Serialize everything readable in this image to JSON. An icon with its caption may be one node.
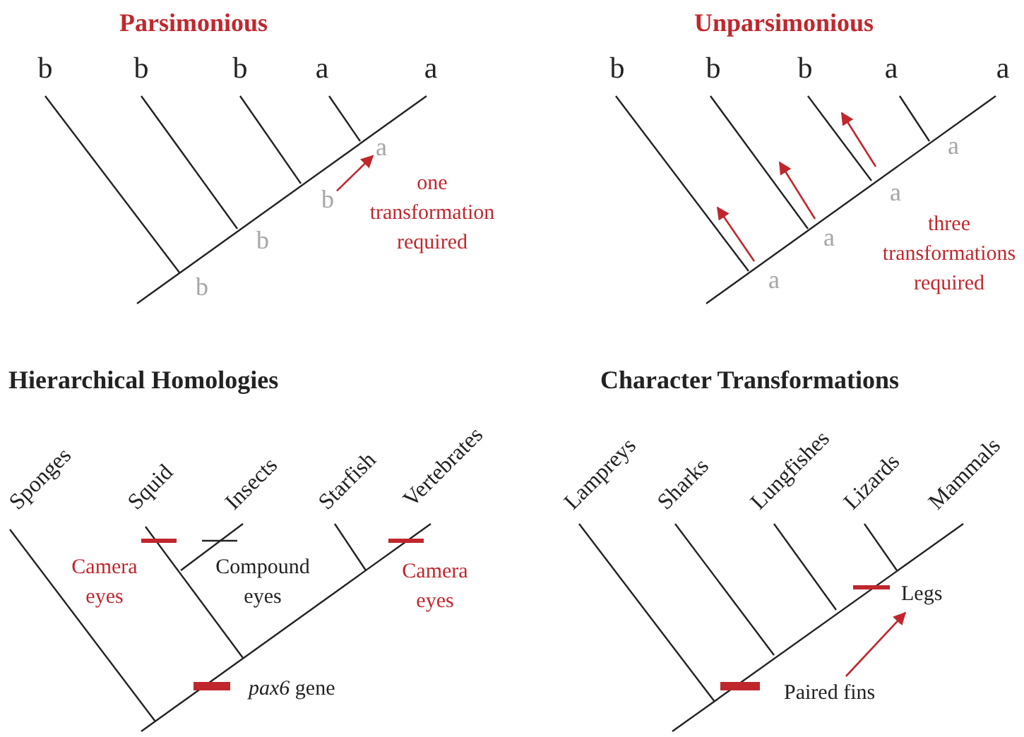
{
  "diagram": {
    "nodes": [
      {
        "text": [
          "b"
        ]
      },
      {
        "text": [
          "a"
        ]
      },
      {
        "text": [
          "Legs"
        ]
      },
      {
        "text": [
          "Paired fins"
        ]
      }
    ],
    "edges": [
      {
        "from": 0,
        "to": 1,
        "arrow": "to"
      },
      {
        "from": 3,
        "to": 2,
        "arrow": "to"
      }
    ],
    "labels": [
      "Parsimonious",
      "Unparsimonious",
      "b",
      "b",
      "b",
      "a",
      "a",
      "b",
      "b",
      "b",
      "a",
      "a",
      "b",
      "b",
      "one transformation required",
      "a",
      "a",
      "a",
      "a",
      "three transformations required",
      "Hierarchical Homologies",
      "Character Transformations",
      "Sponges",
      "Squid",
      "Insects",
      "Starfish",
      "Vertebrates",
      "Lampreys",
      "Sharks",
      "Lungfishes",
      "Lizards",
      "Mammals",
      "Camera eyes",
      "Compound eyes",
      "Camera eyes",
      "*pax6* gene"
    ]
  }
}
